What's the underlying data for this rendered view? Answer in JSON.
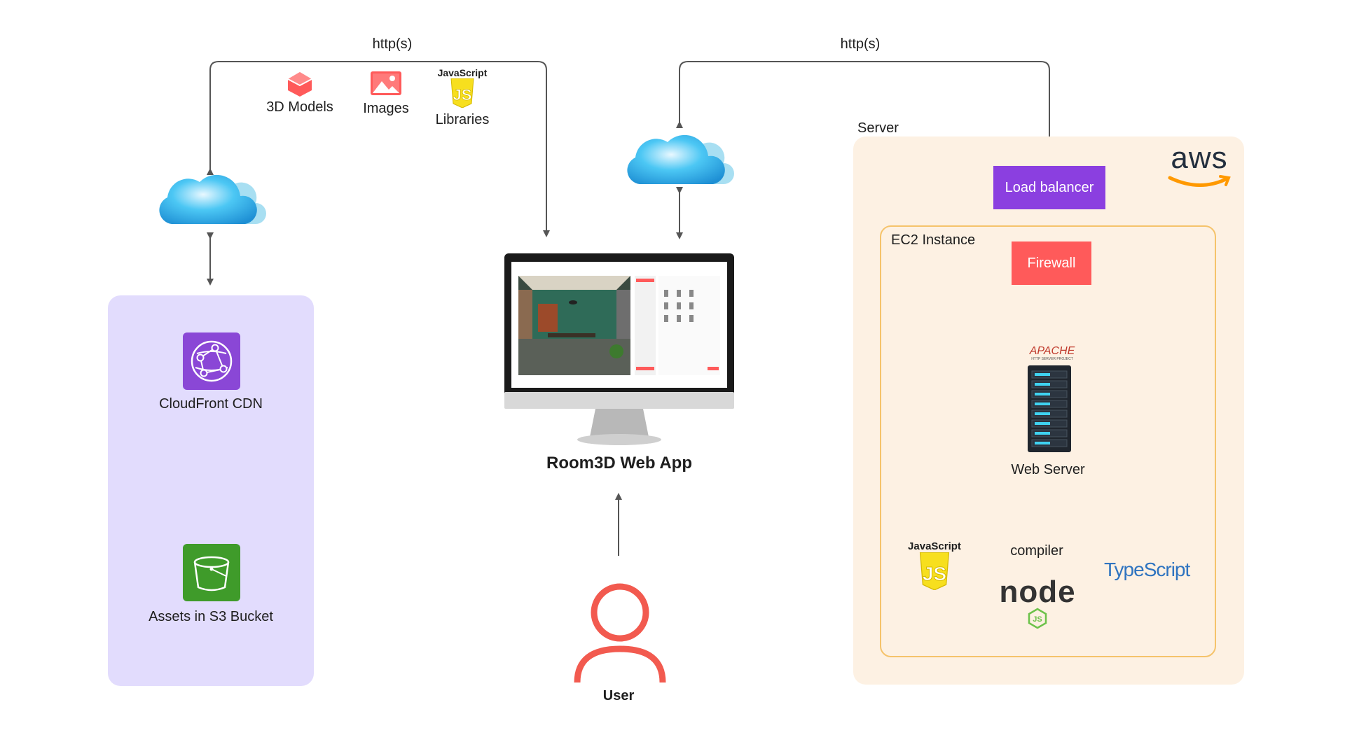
{
  "top_links": {
    "left": "http(s)",
    "right": "http(s)"
  },
  "assets": {
    "models": "3D Models",
    "images": "Images",
    "libraries": "Libraries",
    "js_word": "JavaScript"
  },
  "cdn_panel": {
    "cloudfront": "CloudFront CDN",
    "s3": "Assets in S3 Bucket"
  },
  "center": {
    "app_title": "Room3D Web App",
    "user": "User"
  },
  "server": {
    "title": "Server",
    "aws_logo": "aws",
    "load_balancer": "Load balancer",
    "ec2_title": "EC2 Instance",
    "firewall": "Firewall",
    "apache_logo": "APACHE",
    "apache_sub": "HTTP SERVER PROJECT",
    "web_server": "Web Server",
    "js_word": "JavaScript",
    "compiler": "compiler",
    "typescript": "TypeScript",
    "node_logo": "node"
  },
  "colors": {
    "cdn_panel_bg": "#e2dcfd",
    "server_panel_bg": "#fdf1e3",
    "ec2_border": "#f5c36b",
    "load_balancer": "#8b3fe0",
    "firewall": "#ff5a5a",
    "cloudfront": "#8a47d6",
    "s3": "#3f9b2a",
    "user": "#f25a4f",
    "arrow": "#555555",
    "js_yellow": "#f7df1e",
    "typescript_blue": "#2f74c0"
  }
}
